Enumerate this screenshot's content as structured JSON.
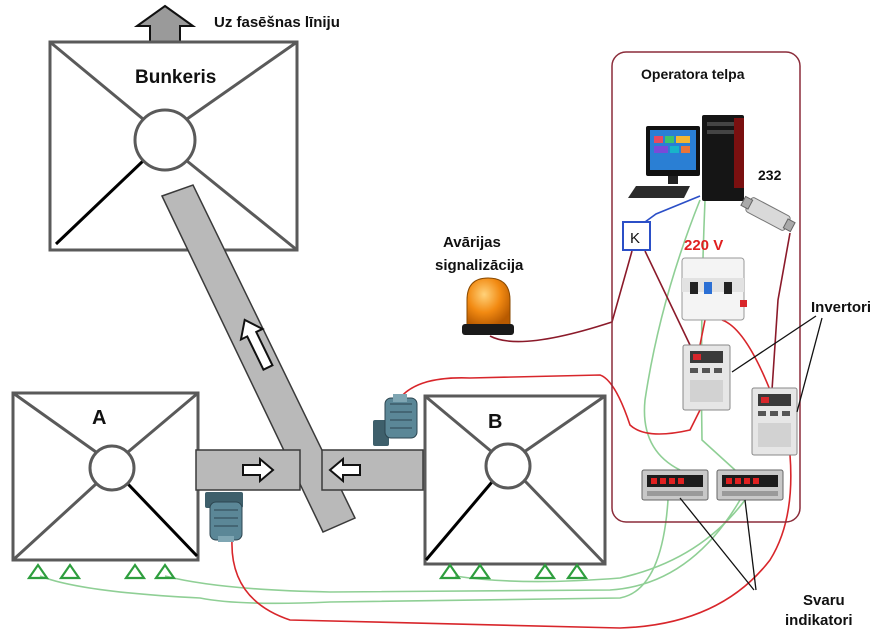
{
  "labels": {
    "to_packing_line": "Uz fasēšnas līniju",
    "bunker": "Bunkeris",
    "hopper_a": "A",
    "hopper_b": "B",
    "operator_room": "Operatora telpa",
    "serial_port": "232",
    "k_box": "K",
    "voltage": "220 V",
    "alarm_line1": "Avārijas",
    "alarm_line2": "signalizācija",
    "inverters": "Invertori",
    "scales_line1": "Svaru",
    "scales_line2": "indikatori"
  },
  "colors": {
    "operator_room_border": "#8b2c3a",
    "voltage_text": "#e02020",
    "k_box_border": "#2b4fc7",
    "wire_red": "#d8262b",
    "wire_maroon": "#8b1a2a",
    "wire_green": "#8fcf95",
    "wire_blue": "#2b4fc7",
    "load_cell_green": "#2e9e3e",
    "conveyor_gray": "#b9b9b9",
    "beacon_orange": "#f28a12"
  },
  "icons": {
    "motor": "electric-motor-icon",
    "beacon": "alarm-beacon-icon",
    "computer": "desktop-computer-icon",
    "serial_adapter": "rs232-adapter-icon",
    "breaker": "circuit-breaker-icon",
    "inverter": "frequency-inverter-icon",
    "weight_indicator": "weight-indicator-icon",
    "load_cell": "load-cell-triangle-icon"
  }
}
